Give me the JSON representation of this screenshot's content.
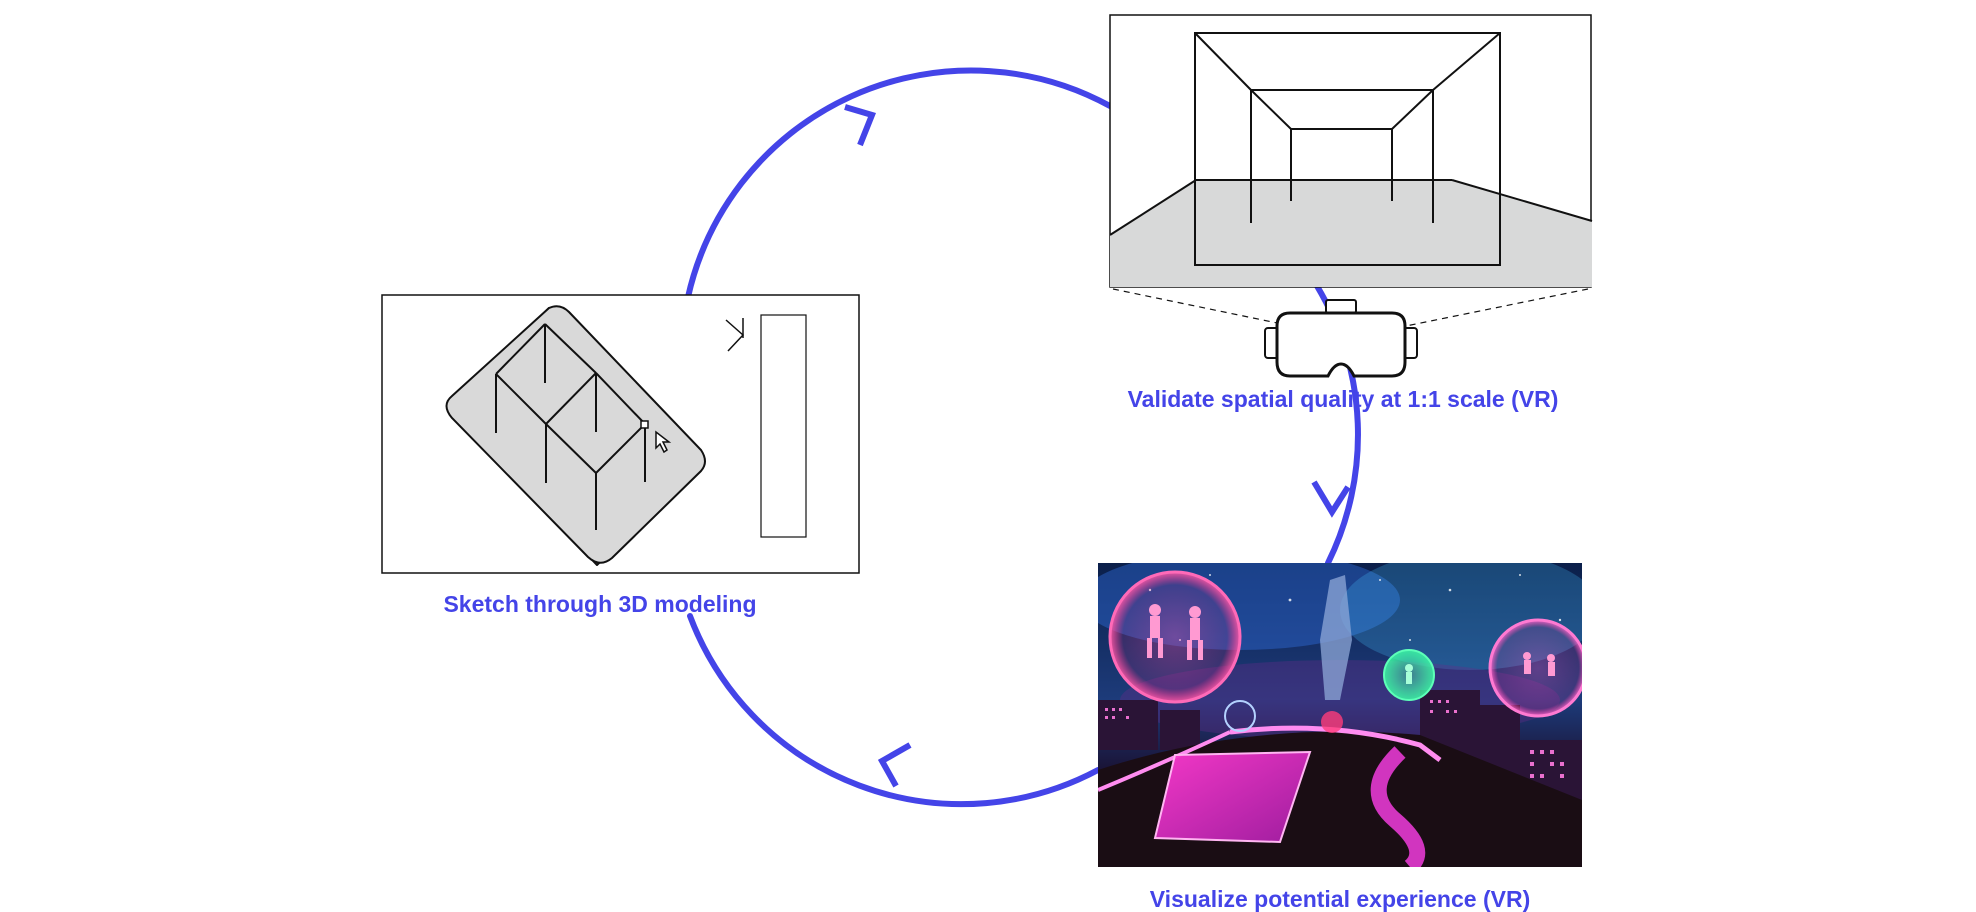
{
  "colors": {
    "accent": "#4444e8",
    "frame": "#111111",
    "floor": "#d8d9d9",
    "background": "#ffffff"
  },
  "captions": {
    "sketch": "Sketch through 3D modeling",
    "validate": "Validate spatial quality at 1:1 scale (VR)",
    "visualize": "Visualize potential experience (VR)"
  },
  "icons": {
    "cursor": "cursor-arrow-icon",
    "headset": "vr-headset-icon"
  }
}
